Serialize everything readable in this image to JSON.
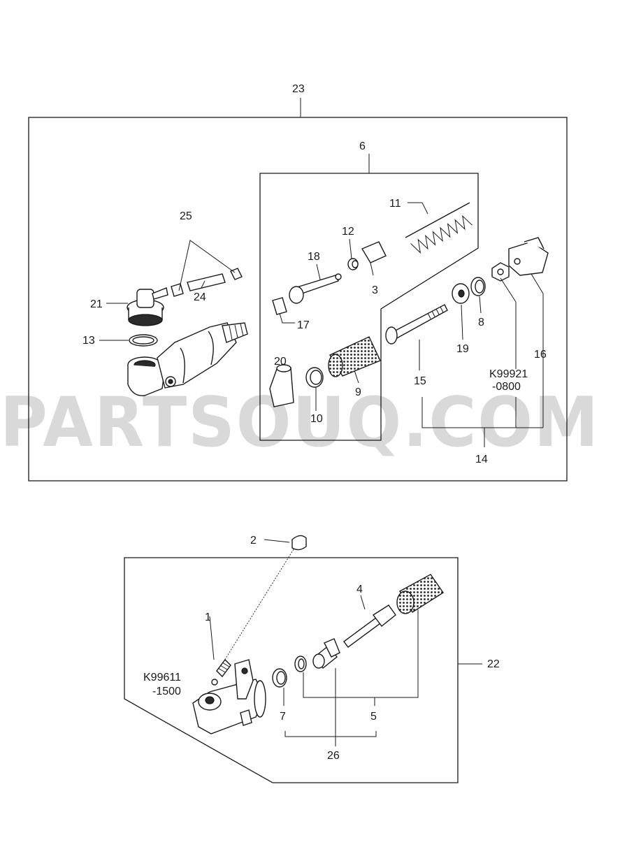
{
  "watermark": "PARTSOUQ.COM",
  "labels": {
    "l23": "23",
    "l6": "6",
    "l25": "25",
    "l11": "11",
    "l12": "12",
    "l18": "18",
    "l3": "3",
    "l21": "21",
    "l24": "24",
    "l17": "17",
    "l8": "8",
    "l13": "13",
    "l19": "19",
    "l16": "16",
    "l20": "20",
    "l9": "9",
    "l15": "15",
    "k99921a": "K99921",
    "k99921b": "-0800",
    "l10": "10",
    "l14": "14",
    "l2": "2",
    "l4": "4",
    "l1": "1",
    "l22": "22",
    "k99611a": "K99611",
    "k99611b": "-1500",
    "l7": "7",
    "l5": "5",
    "l26": "26"
  }
}
